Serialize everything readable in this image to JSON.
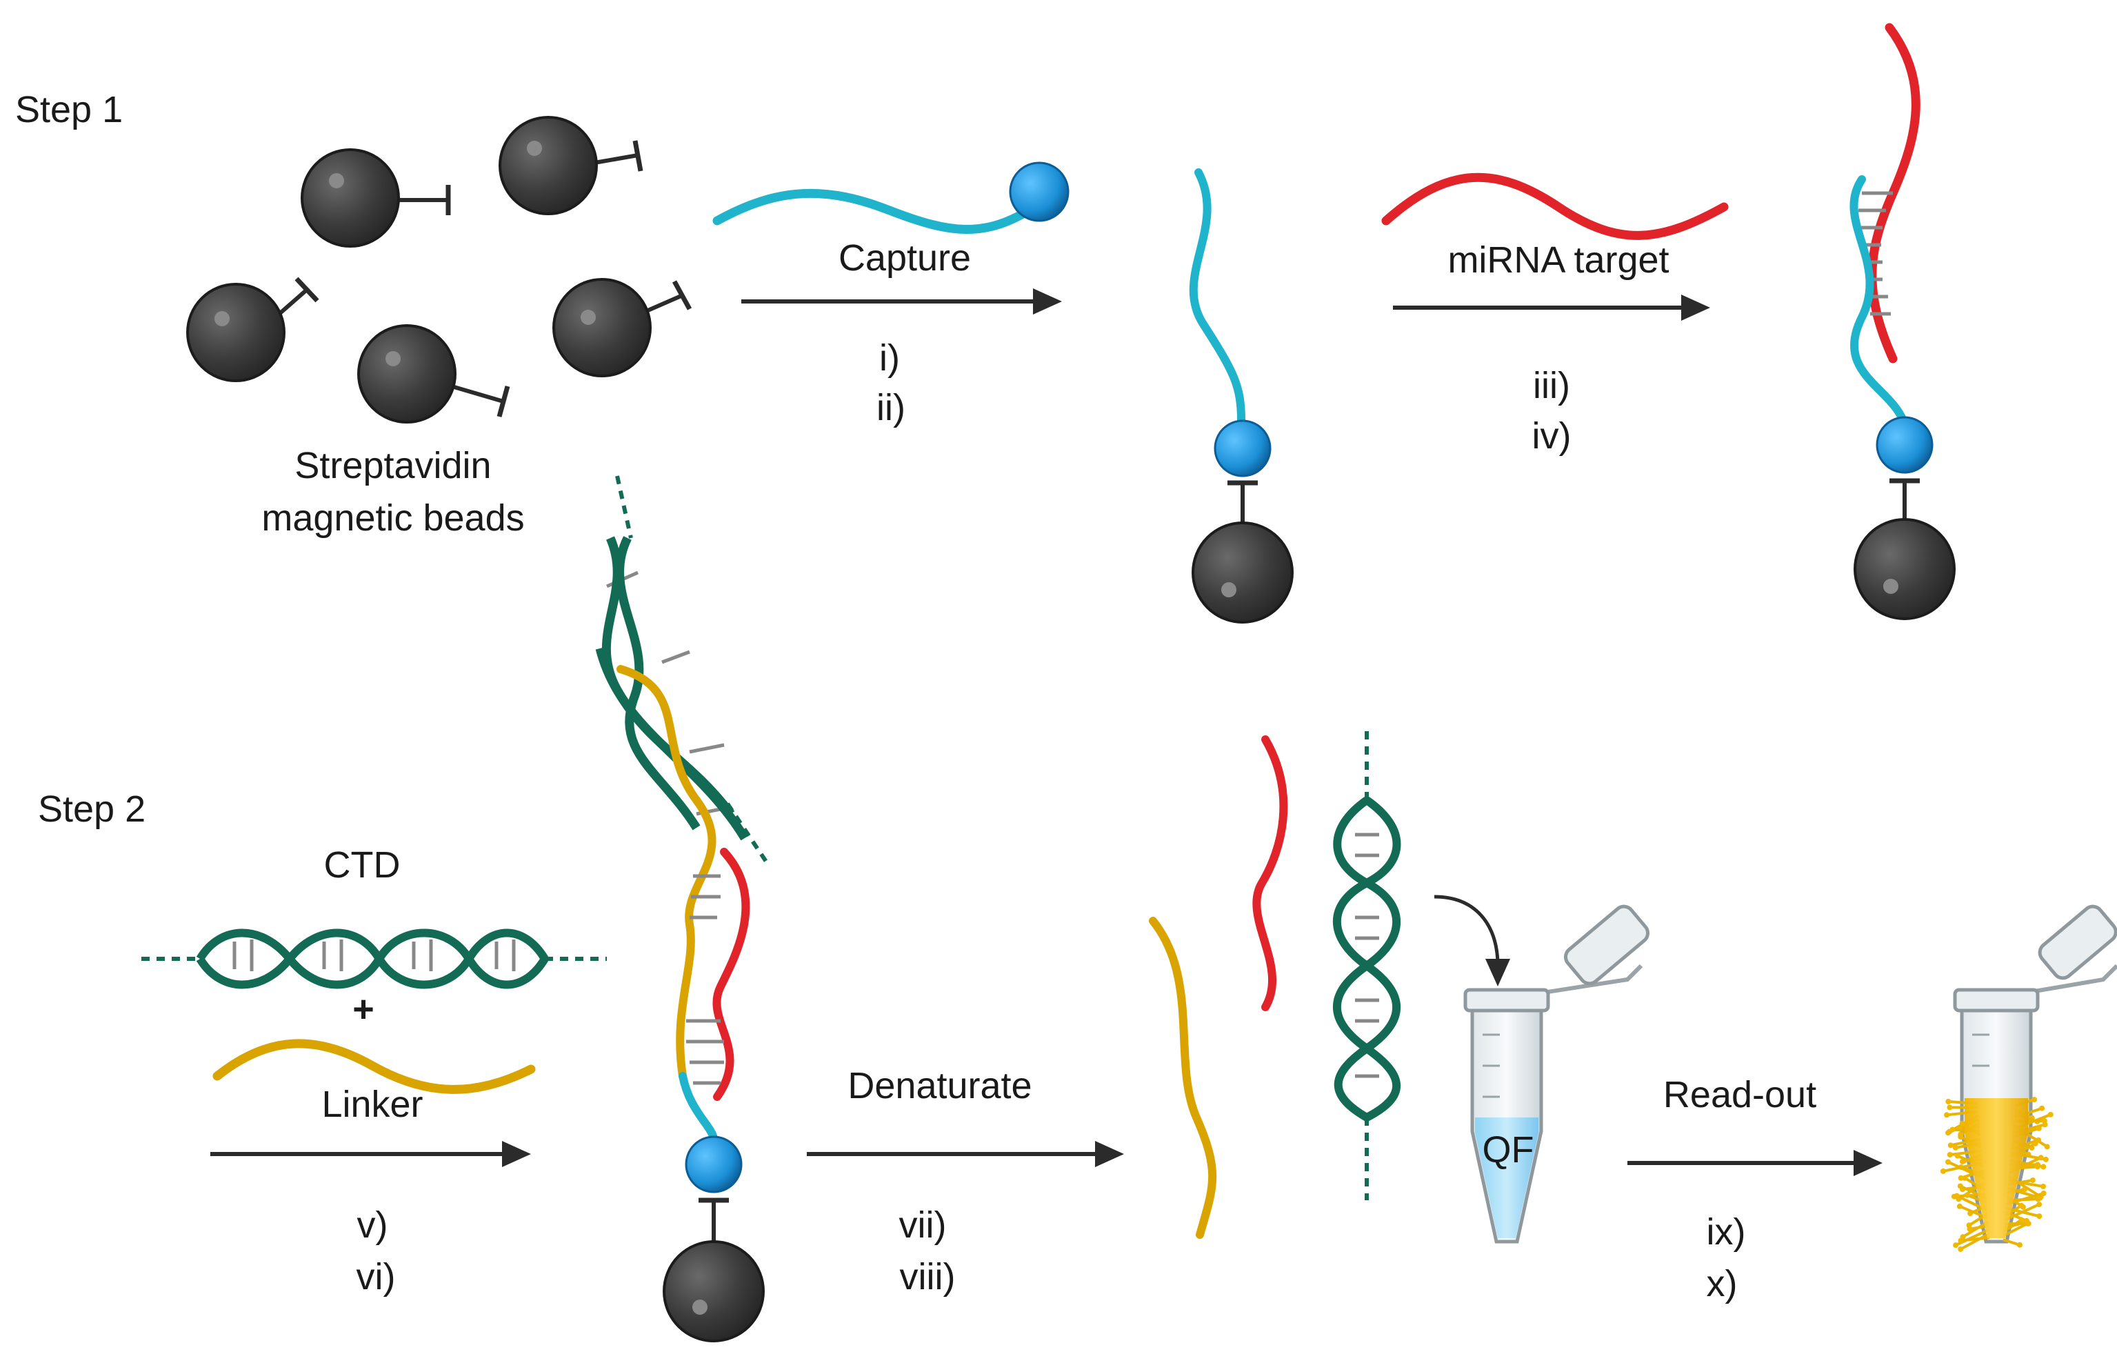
{
  "step1": {
    "title": "Step 1",
    "beads_label_line1": "Streptavidin",
    "beads_label_line2": "magnetic beads",
    "arrow1_label": "Capture",
    "arrow1_step_a": "i)",
    "arrow1_step_b": "ii)",
    "arrow2_label": "miRNA target",
    "arrow2_step_a": "iii)",
    "arrow2_step_b": "iv)"
  },
  "step2": {
    "title": "Step 2",
    "ctd_label": "CTD",
    "plus": "+",
    "linker_label": "Linker",
    "arrow1_step_a": "v)",
    "arrow1_step_b": "vi)",
    "arrow2_label": "Denaturate",
    "arrow2_step_a": "vii)",
    "arrow2_step_b": "viii)",
    "tube_label": "QF",
    "arrow3_label": "Read-out",
    "arrow3_step_a": "ix)",
    "arrow3_step_b": "x)"
  },
  "colors": {
    "bead": "#3a3a3a",
    "capture_probe": "#1fb3cc",
    "biotin": "#1b8fd6",
    "mirna": "#e0242a",
    "ctd": "#136b55",
    "linker": "#d9a400",
    "arrow": "#2b2b2b"
  }
}
